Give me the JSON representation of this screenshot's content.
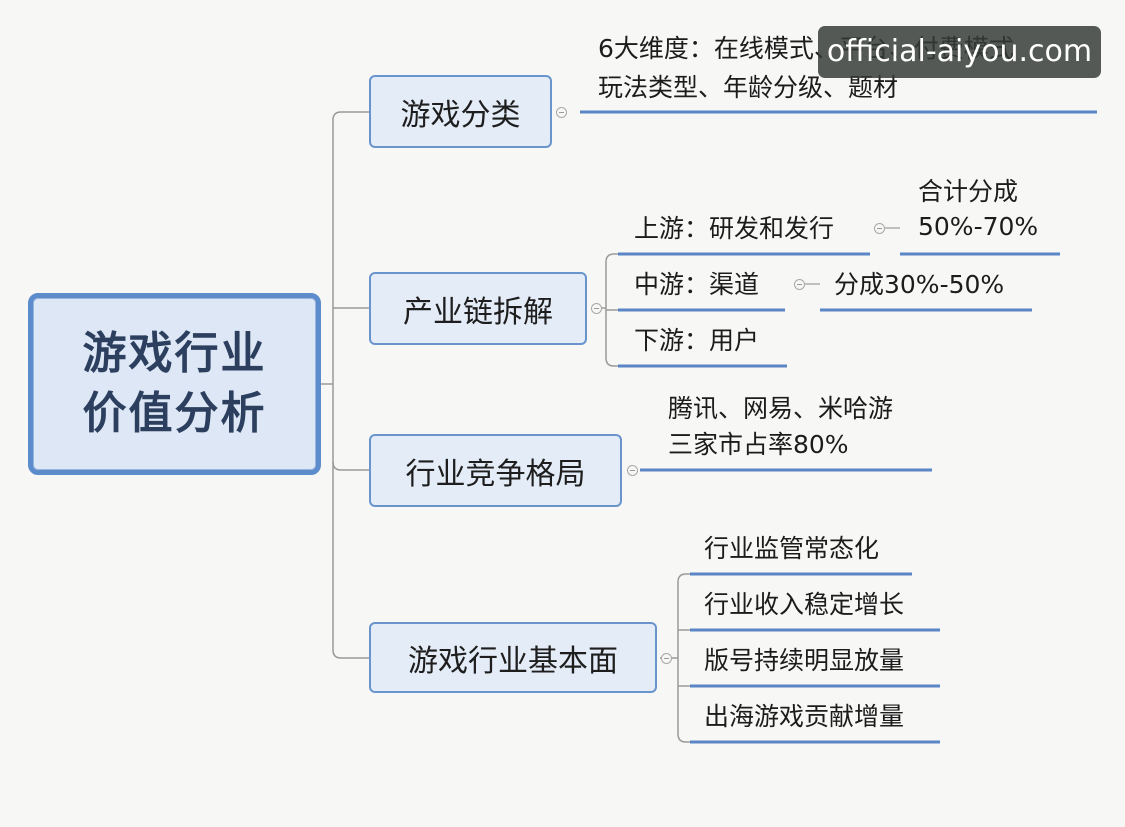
{
  "root": {
    "line1": "游戏行业",
    "line2": "价值分析"
  },
  "branches": {
    "classification": {
      "label": "游戏分类",
      "detail_line1": "6大维度：在线模式、平台、付费模式",
      "detail_line2": "玩法类型、年龄分级、题材"
    },
    "industry_chain": {
      "label": "产业链拆解",
      "upstream": {
        "label": "上游：研发和发行",
        "note_line1": "合计分成",
        "note_line2": "50%-70%"
      },
      "midstream": {
        "label": "中游：渠道",
        "note": "分成30%-50%"
      },
      "downstream": {
        "label": "下游：用户"
      }
    },
    "competition": {
      "label": "行业竞争格局",
      "detail_line1": "腾讯、网易、米哈游",
      "detail_line2": "三家市占率80%"
    },
    "fundamentals": {
      "label": "游戏行业基本面",
      "items": [
        "行业监管常态化",
        "行业收入稳定增长",
        "版号持续明显放量",
        "出海游戏贡献增量"
      ]
    }
  },
  "watermark": "official-aiyou.com",
  "colors": {
    "line": "#5b86c5",
    "node_fill": "#e4ecf7",
    "node_border": "#6a95cc",
    "root_border": "#5d8ccc"
  }
}
